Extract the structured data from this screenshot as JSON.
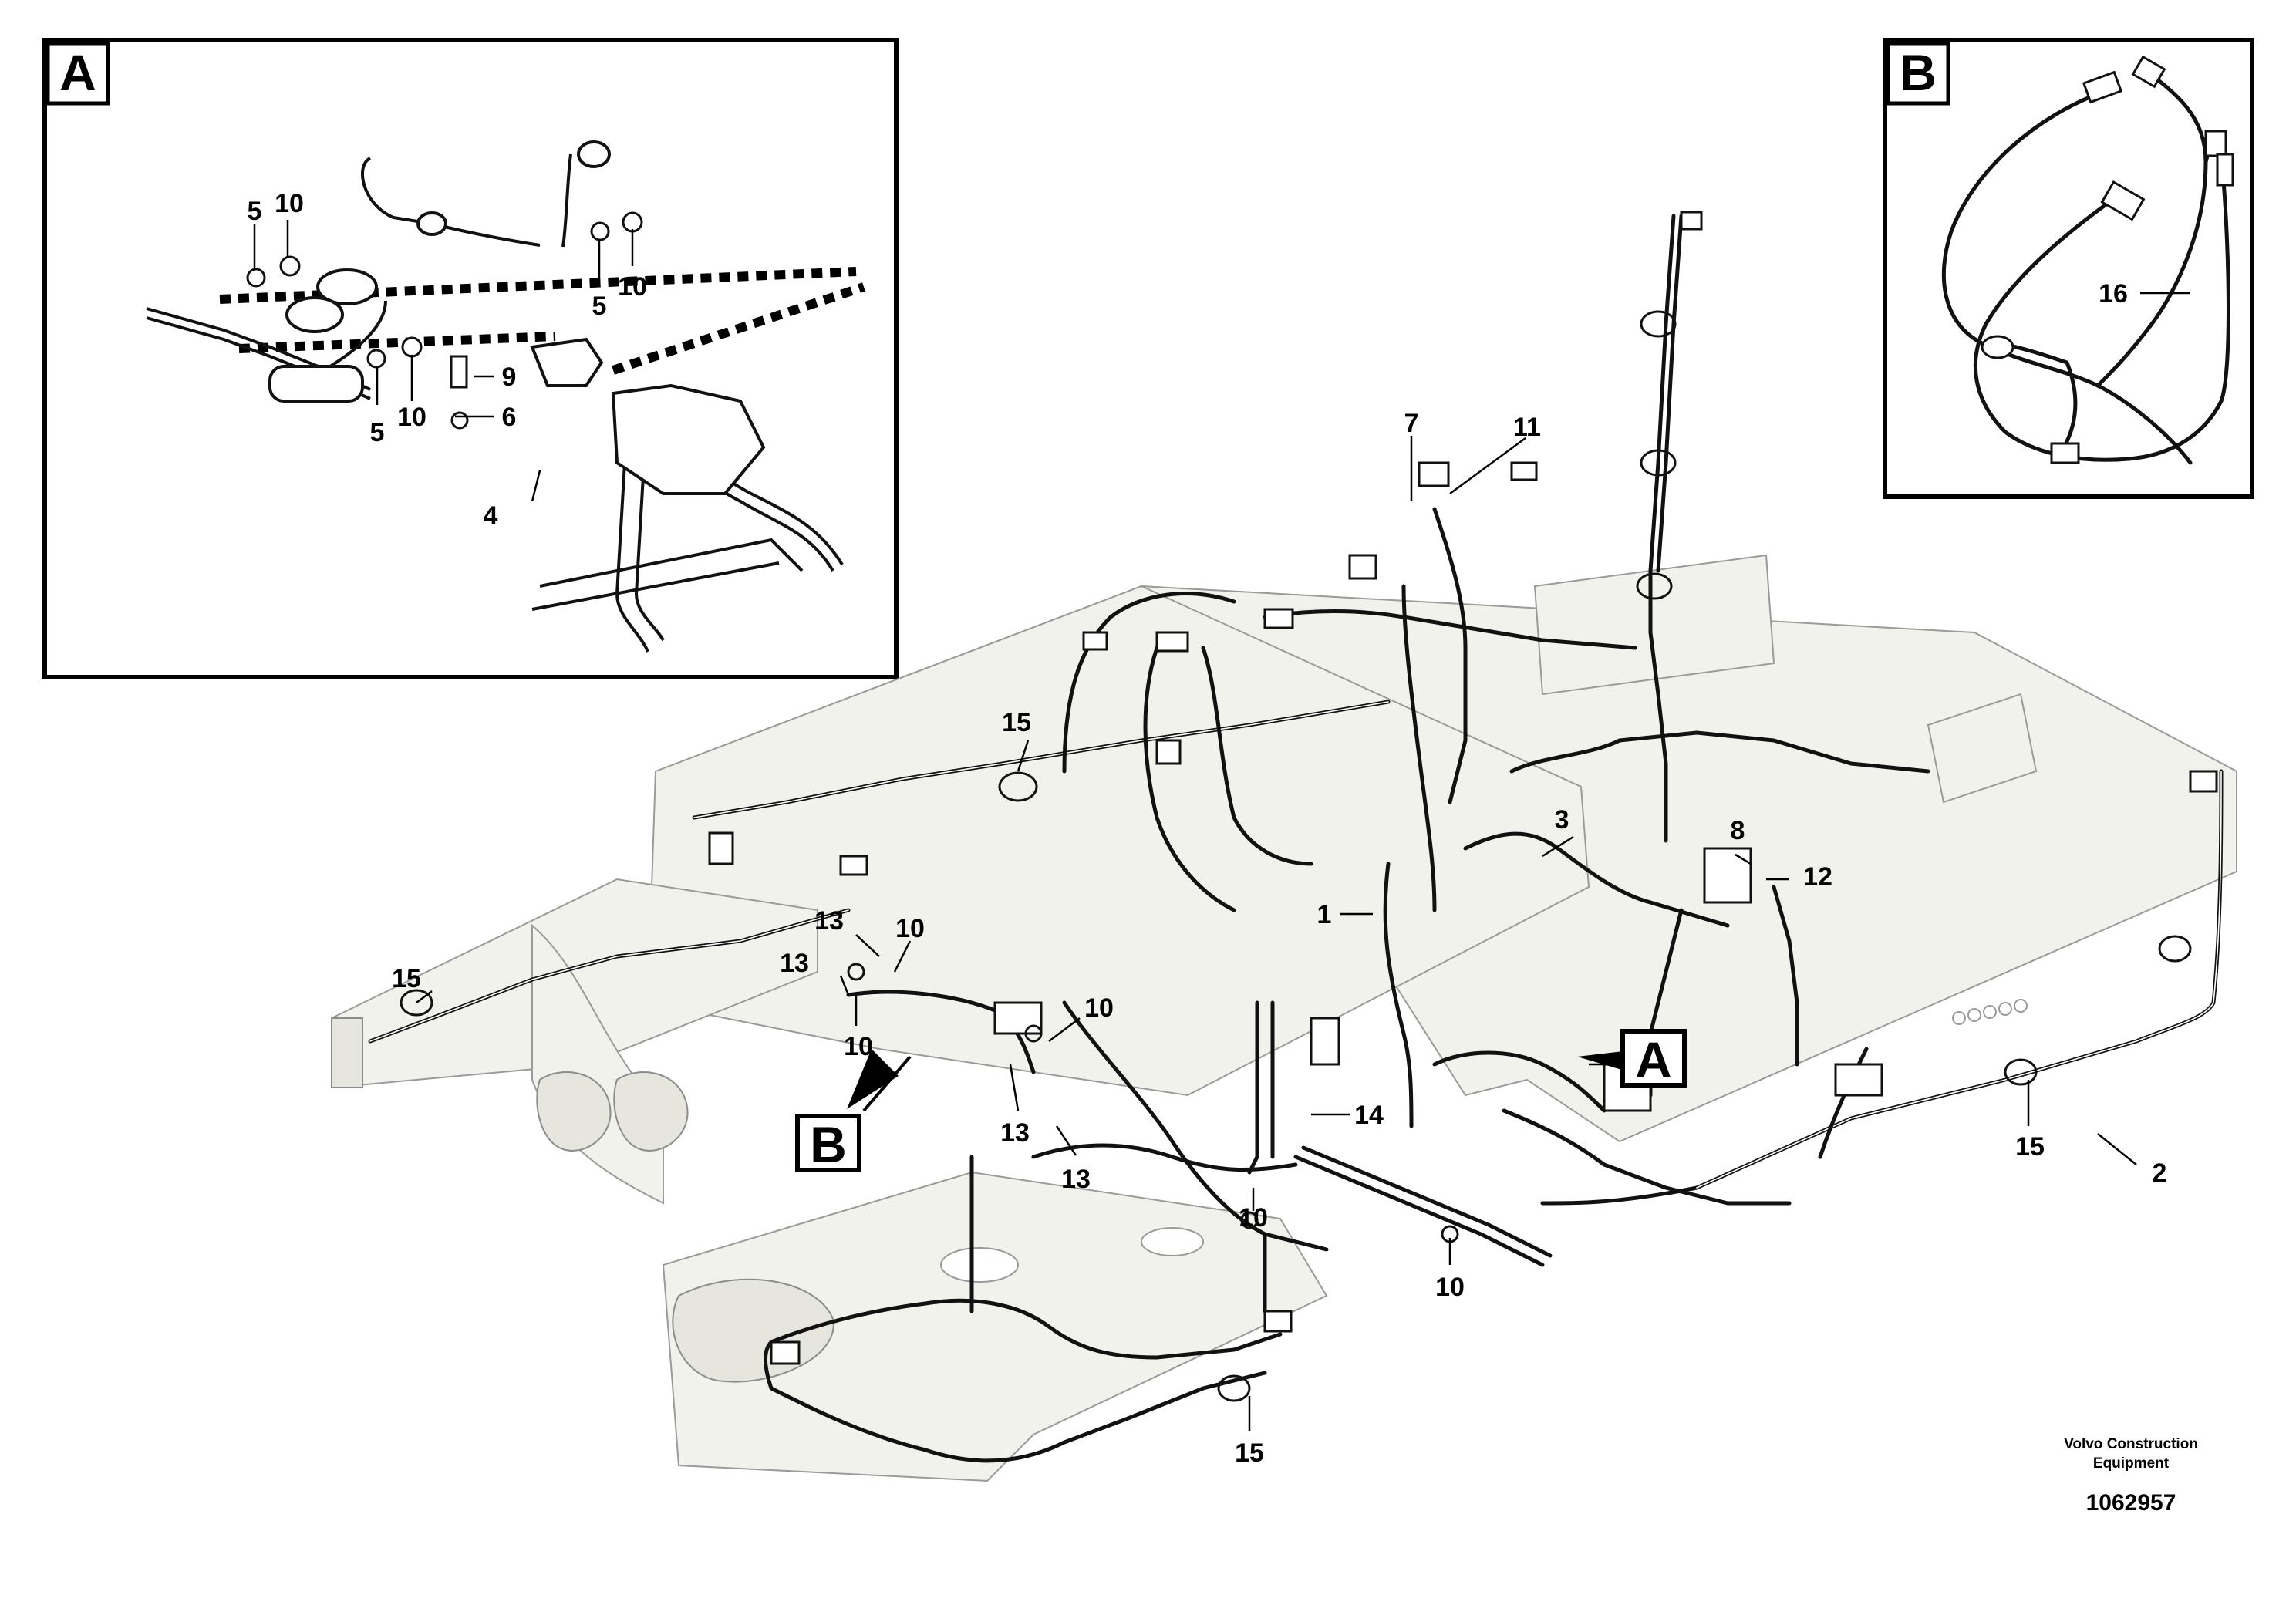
{
  "details": [
    {
      "id": "A",
      "label": "A"
    },
    {
      "id": "B",
      "label": "B"
    }
  ],
  "callouts": {
    "a_5_top": "5",
    "a_10_top": "10",
    "a_5_mid": "5",
    "a_10_mid": "10",
    "a_9": "9",
    "a_10_left": "10",
    "a_6": "6",
    "a_5_left": "5",
    "a_4": "4",
    "b_16": "16",
    "m_7": "7",
    "m_11": "11",
    "m_15_top": "15",
    "m_3": "3",
    "m_8": "8",
    "m_12": "12",
    "m_1": "1",
    "m_15_left": "15",
    "m_13_a": "13",
    "m_10_a": "10",
    "m_13_b": "13",
    "m_10_b": "10",
    "m_10_c": "10",
    "m_13_c": "13",
    "m_13_d": "13",
    "m_14": "14",
    "m_10_d": "10",
    "m_10_e": "10",
    "m_2": "2",
    "m_15_right": "15",
    "m_15_bottom": "15"
  },
  "references": {
    "A": "A",
    "B": "B"
  },
  "footer": {
    "company_line1": "Volvo Construction",
    "company_line2": "Equipment",
    "drawing_number": "1062957"
  }
}
